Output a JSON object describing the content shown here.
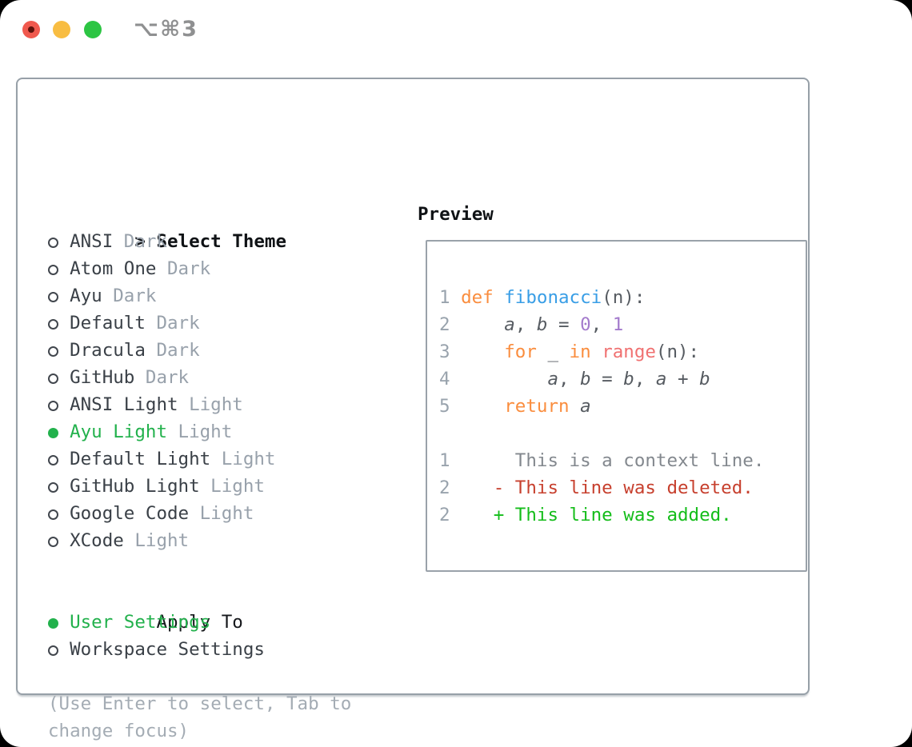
{
  "window": {
    "title_shortcut": "⌥⌘3"
  },
  "colors": {
    "accent_green": "#22b14c",
    "diff_added_green": "#14bd1a",
    "diff_deleted_red": "#c7402e",
    "keyword_orange": "#fa8d3e",
    "function_blue": "#399ee6",
    "number_purple": "#a37acc",
    "builtin_coral": "#f07171",
    "code_foreground": "#565b61",
    "line_number_gray": "#99a3ad",
    "tag_gray": "#98a1ab",
    "traffic_red": "#f0594e",
    "traffic_yellow": "#f8bd42",
    "traffic_green": "#2cc543"
  },
  "theme_selector": {
    "header": {
      "prefix": ">",
      "label": "Select Theme"
    },
    "items": [
      {
        "name": "ANSI",
        "tag": "Dark",
        "selected": false
      },
      {
        "name": "Atom One",
        "tag": "Dark",
        "selected": false
      },
      {
        "name": "Ayu",
        "tag": "Dark",
        "selected": false
      },
      {
        "name": "Default",
        "tag": "Dark",
        "selected": false
      },
      {
        "name": "Dracula",
        "tag": "Dark",
        "selected": false
      },
      {
        "name": "GitHub",
        "tag": "Dark",
        "selected": false
      },
      {
        "name": "ANSI Light",
        "tag": "Light",
        "selected": false
      },
      {
        "name": "Ayu Light",
        "tag": "Light",
        "selected": true
      },
      {
        "name": "Default Light",
        "tag": "Light",
        "selected": false
      },
      {
        "name": "GitHub Light",
        "tag": "Light",
        "selected": false
      },
      {
        "name": "Google Code",
        "tag": "Light",
        "selected": false
      },
      {
        "name": "XCode",
        "tag": "Light",
        "selected": false
      }
    ],
    "apply_to": {
      "label": "Apply To",
      "options": [
        {
          "label": "User Settings",
          "selected": true
        },
        {
          "label": "Workspace Settings",
          "selected": false
        }
      ]
    },
    "hint": "(Use Enter to select, Tab to change focus)"
  },
  "preview": {
    "label": "Preview",
    "lines": [
      {
        "num": "1",
        "kind": "code",
        "tokens": [
          {
            "t": "def",
            "c": "kw"
          },
          {
            "t": " ",
            "c": "fg"
          },
          {
            "t": "fibonacci",
            "c": "fn"
          },
          {
            "t": "(n):",
            "c": "fg"
          }
        ]
      },
      {
        "num": "2",
        "kind": "code",
        "tokens": [
          {
            "t": "    ",
            "c": "fg"
          },
          {
            "t": "a",
            "c": "var"
          },
          {
            "t": ", ",
            "c": "fg"
          },
          {
            "t": "b",
            "c": "var"
          },
          {
            "t": " = ",
            "c": "fg"
          },
          {
            "t": "0",
            "c": "num"
          },
          {
            "t": ", ",
            "c": "fg"
          },
          {
            "t": "1",
            "c": "num"
          }
        ]
      },
      {
        "num": "3",
        "kind": "code",
        "tokens": [
          {
            "t": "    ",
            "c": "fg"
          },
          {
            "t": "for",
            "c": "kw"
          },
          {
            "t": " _ ",
            "c": "fg"
          },
          {
            "t": "in",
            "c": "kw"
          },
          {
            "t": " ",
            "c": "fg"
          },
          {
            "t": "range",
            "c": "call"
          },
          {
            "t": "(n):",
            "c": "fg"
          }
        ]
      },
      {
        "num": "4",
        "kind": "code",
        "tokens": [
          {
            "t": "        ",
            "c": "fg"
          },
          {
            "t": "a",
            "c": "var"
          },
          {
            "t": ", ",
            "c": "fg"
          },
          {
            "t": "b",
            "c": "var"
          },
          {
            "t": " = ",
            "c": "fg"
          },
          {
            "t": "b",
            "c": "var"
          },
          {
            "t": ", ",
            "c": "fg"
          },
          {
            "t": "a",
            "c": "var"
          },
          {
            "t": " + ",
            "c": "fg"
          },
          {
            "t": "b",
            "c": "var"
          }
        ]
      },
      {
        "num": "5",
        "kind": "code",
        "tokens": [
          {
            "t": "    ",
            "c": "fg"
          },
          {
            "t": "return",
            "c": "kw"
          },
          {
            "t": " ",
            "c": "fg"
          },
          {
            "t": "a",
            "c": "var"
          }
        ]
      },
      {
        "num": "",
        "kind": "blank",
        "tokens": []
      },
      {
        "num": "1",
        "kind": "diff-context",
        "tokens": [
          {
            "t": "     This is a context line.",
            "c": "ctx"
          }
        ]
      },
      {
        "num": "2",
        "kind": "diff-deleted",
        "tokens": [
          {
            "t": "   - This line was deleted.",
            "c": "del"
          }
        ]
      },
      {
        "num": "2",
        "kind": "diff-added",
        "tokens": [
          {
            "t": "   + This line was added.",
            "c": "add"
          }
        ]
      }
    ]
  }
}
